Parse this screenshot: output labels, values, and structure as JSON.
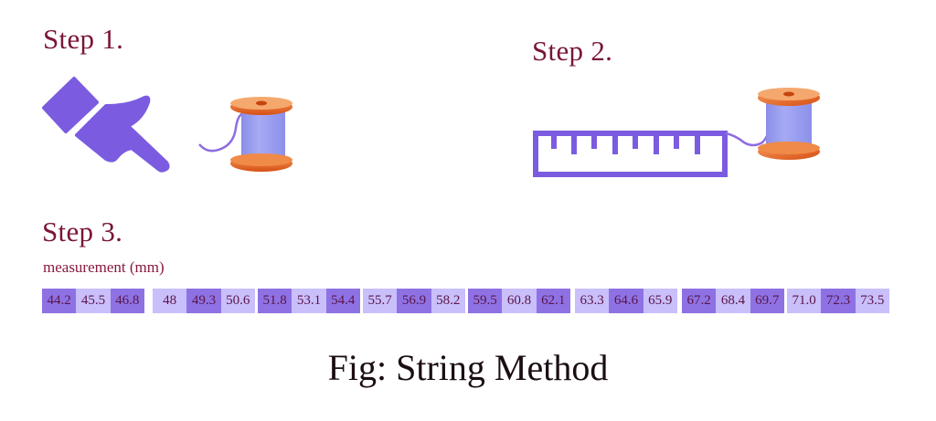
{
  "steps": [
    {
      "title": "Step 1.",
      "icons": [
        "pointing-hand-icon",
        "thread-spool-icon"
      ]
    },
    {
      "title": "Step 2.",
      "icons": [
        "ruler-icon",
        "thread-spool-icon"
      ]
    },
    {
      "title": "Step 3.",
      "icons": []
    }
  ],
  "measurement": {
    "label": "measurement (mm)",
    "unit": "mm",
    "groups": [
      [
        {
          "value": "44.2",
          "shade": "dark"
        },
        {
          "value": "45.5",
          "shade": "light"
        },
        {
          "value": "46.8",
          "shade": "dark"
        }
      ],
      [
        {
          "value": "48",
          "shade": "light"
        },
        {
          "value": "49.3",
          "shade": "dark"
        },
        {
          "value": "50.6",
          "shade": "light"
        }
      ],
      [
        {
          "value": "51.8",
          "shade": "dark"
        },
        {
          "value": "53.1",
          "shade": "light"
        },
        {
          "value": "54.4",
          "shade": "dark"
        }
      ],
      [
        {
          "value": "55.7",
          "shade": "light"
        },
        {
          "value": "56.9",
          "shade": "dark"
        },
        {
          "value": "58.2",
          "shade": "light"
        }
      ],
      [
        {
          "value": "59.5",
          "shade": "dark"
        },
        {
          "value": "60.8",
          "shade": "light"
        },
        {
          "value": "62.1",
          "shade": "dark"
        }
      ],
      [
        {
          "value": "63.3",
          "shade": "light"
        },
        {
          "value": "64.6",
          "shade": "dark"
        },
        {
          "value": "65.9",
          "shade": "light"
        }
      ],
      [
        {
          "value": "67.2",
          "shade": "dark"
        },
        {
          "value": "68.4",
          "shade": "light"
        },
        {
          "value": "69.7",
          "shade": "dark"
        }
      ],
      [
        {
          "value": "71.0",
          "shade": "light"
        },
        {
          "value": "72.3",
          "shade": "dark"
        },
        {
          "value": "73.5",
          "shade": "light"
        }
      ]
    ]
  },
  "caption": "Fig: String Method",
  "colors": {
    "step_title": "#7a1535",
    "icon_purple": "#7b5ce0",
    "spool_orange": "#e8621e",
    "thread_blue": "#9ea2f0",
    "cell_dark": "#8e72e4",
    "cell_light": "#c9bffb",
    "cell_text": "#5a1548",
    "caption_text": "#1a0d14"
  }
}
